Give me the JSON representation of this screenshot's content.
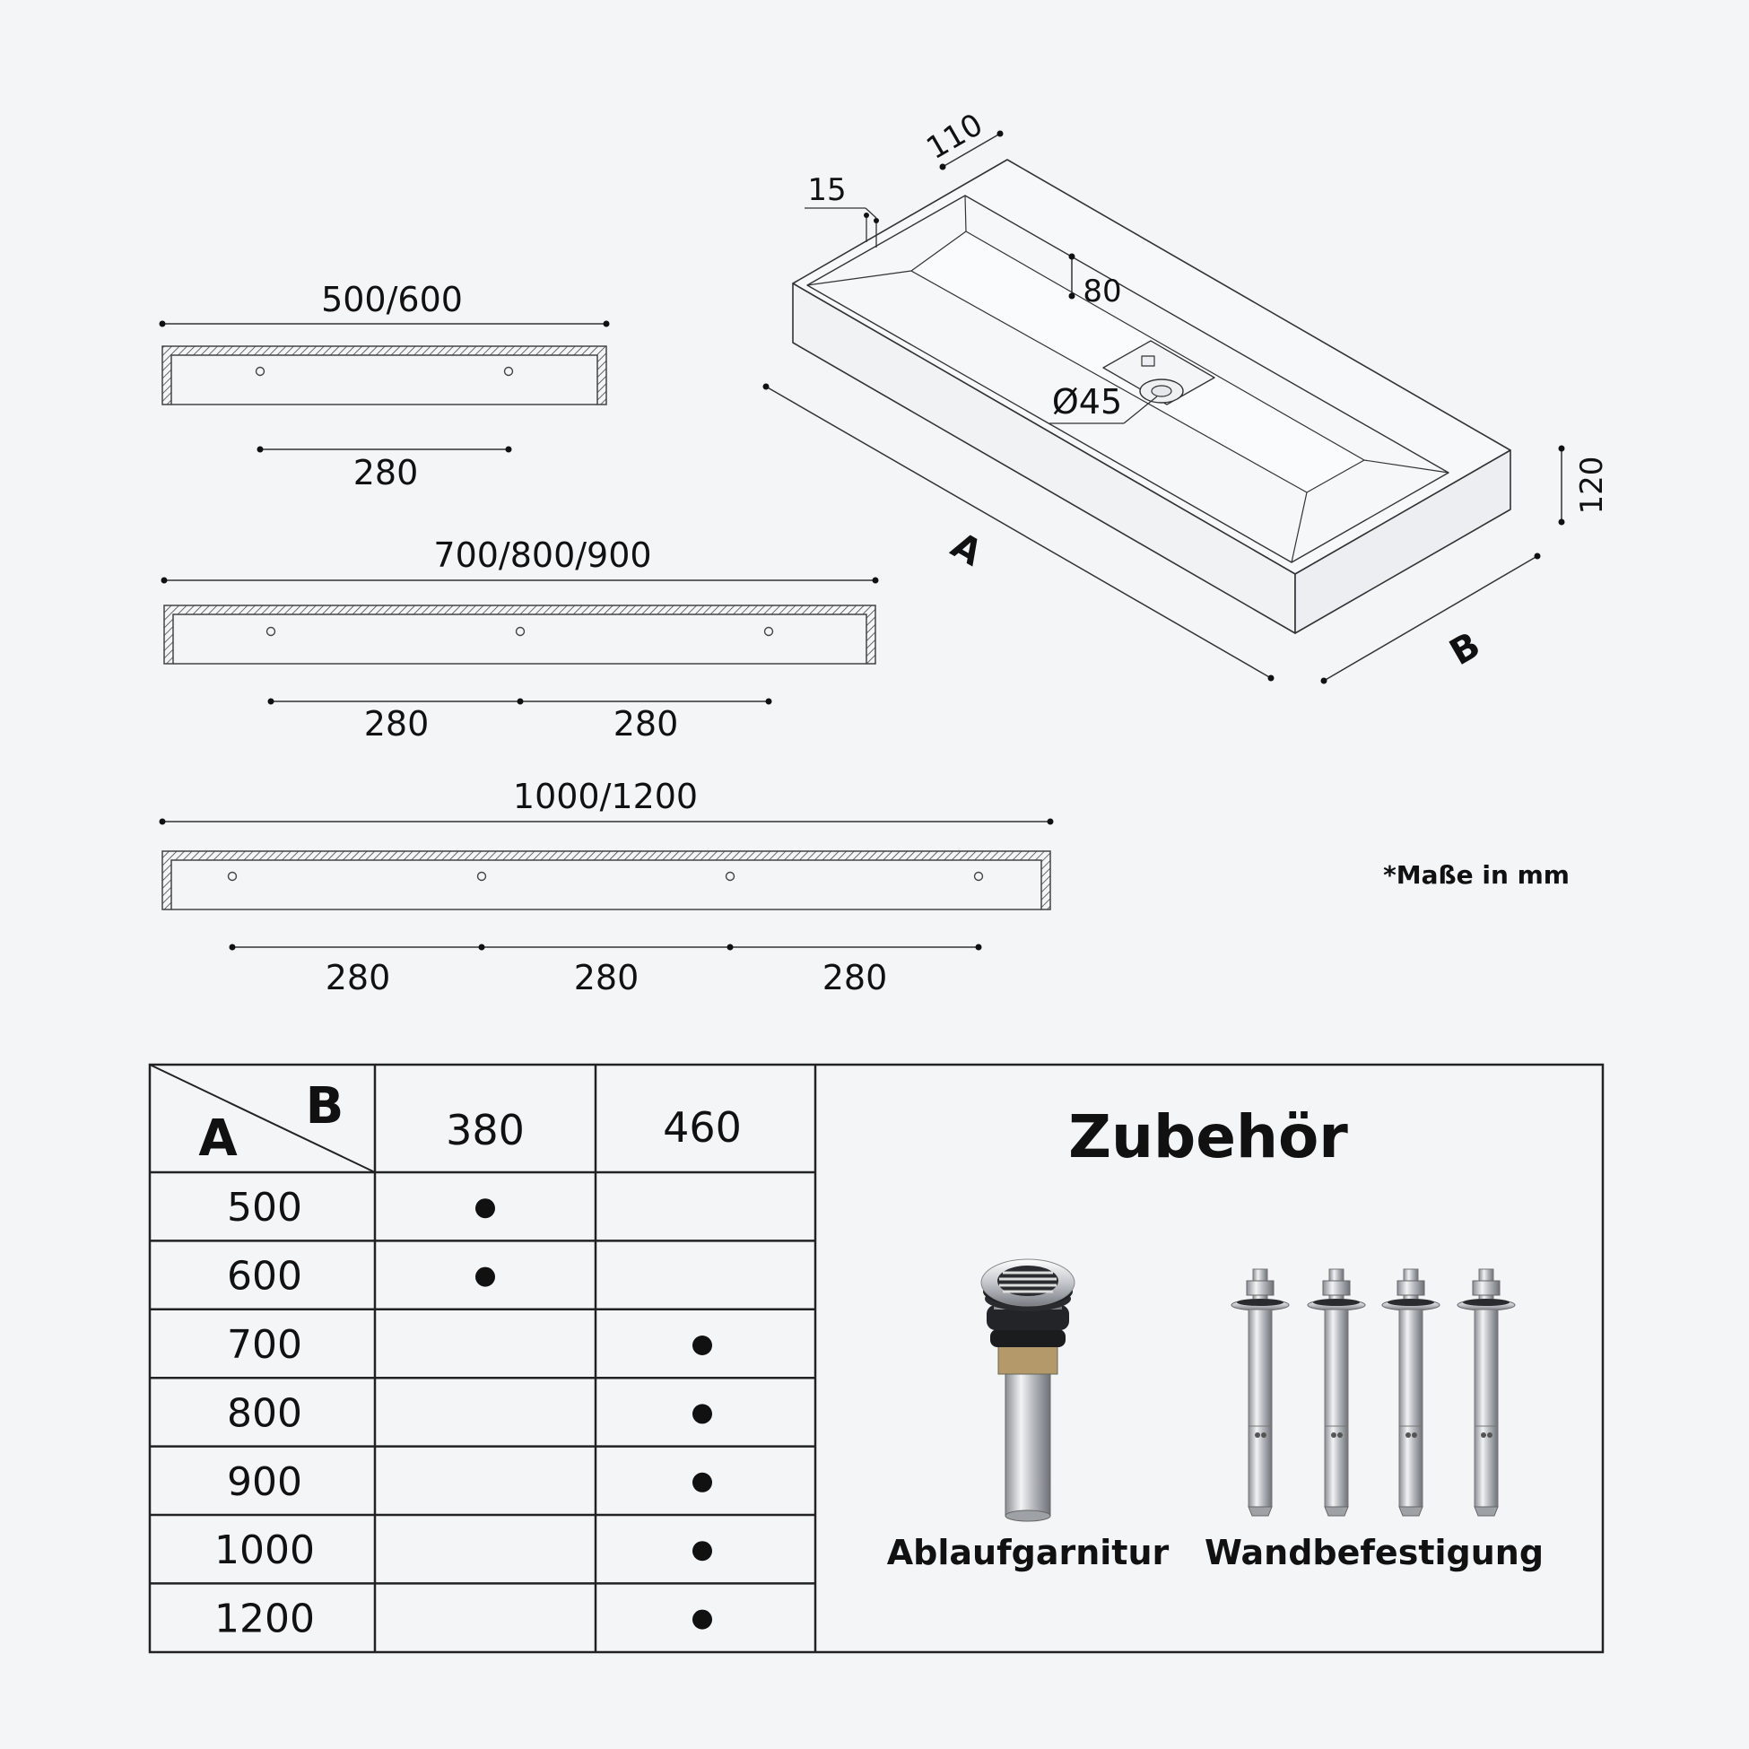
{
  "drawing": {
    "iso_dims": {
      "d110": "110",
      "d15": "15",
      "d80": "80",
      "d45": "Ø45",
      "d120": "120",
      "label_a": "A",
      "label_b": "B"
    },
    "bracket1": {
      "width": "500/600",
      "spacing": [
        "280"
      ]
    },
    "bracket2": {
      "width": "700/800/900",
      "spacing": [
        "280",
        "280"
      ]
    },
    "bracket3": {
      "width": "1000/1200",
      "spacing": [
        "280",
        "280",
        "280"
      ]
    },
    "note": "*Maße in mm"
  },
  "table": {
    "corner_a": "A",
    "corner_b": "B",
    "columns": [
      "380",
      "460"
    ],
    "rows": [
      {
        "a": "500",
        "marks": [
          true,
          false
        ]
      },
      {
        "a": "600",
        "marks": [
          true,
          false
        ]
      },
      {
        "a": "700",
        "marks": [
          false,
          true
        ]
      },
      {
        "a": "800",
        "marks": [
          false,
          true
        ]
      },
      {
        "a": "900",
        "marks": [
          false,
          true
        ]
      },
      {
        "a": "1000",
        "marks": [
          false,
          true
        ]
      },
      {
        "a": "1200",
        "marks": [
          false,
          true
        ]
      }
    ]
  },
  "accessories": {
    "title": "Zubehör",
    "items": [
      {
        "label": "Ablaufgarnitur",
        "icon": "drain-valve-icon"
      },
      {
        "label": "Wandbefestigung",
        "icon": "wall-anchor-bolts-icon"
      }
    ]
  }
}
